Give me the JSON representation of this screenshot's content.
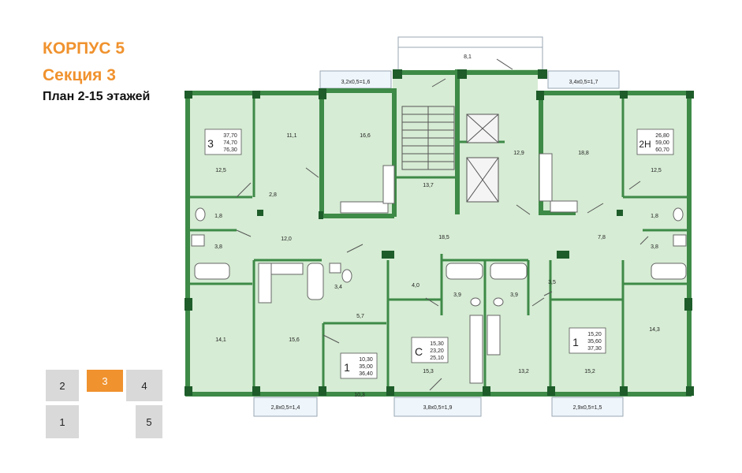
{
  "header": {
    "building": "КОРПУС 5",
    "section": "Секция 3",
    "plan": "План 2-15 этажей"
  },
  "colors": {
    "room_fill": "#d6ecd4",
    "wall": "#3e8a47",
    "wall_dark": "#1e5c2a",
    "accent": "#f0922e",
    "section_inactive": "#d9d9d9"
  },
  "balconies": [
    "8,1",
    "3,2x0,5=1,6",
    "3,4x0,5=1,7",
    "2,8x0,5=1,4",
    "3,8x0,5=1,9",
    "2,9x0,5=1,5"
  ],
  "rooms": [
    "11,1",
    "16,6",
    "12,5",
    "2,8",
    "1,8",
    "3,8",
    "12,0",
    "13,7",
    "12,9",
    "18,8",
    "12,5",
    "1,8",
    "7,8",
    "3,8",
    "18,5",
    "4,0",
    "3,9",
    "3,9",
    "3,5",
    "3,4",
    "5,7",
    "14,1",
    "15,6",
    "10,3",
    "15,3",
    "13,2",
    "15,2",
    "14,3"
  ],
  "apartments": [
    {
      "rooms": "3",
      "areas": [
        "37,70",
        "74,70",
        "76,30"
      ]
    },
    {
      "rooms": "2Н",
      "areas": [
        "26,80",
        "59,00",
        "60,70"
      ]
    },
    {
      "rooms": "1",
      "areas": [
        "10,30",
        "35,00",
        "36,40"
      ]
    },
    {
      "rooms": "С",
      "areas": [
        "15,30",
        "23,20",
        "25,10"
      ]
    },
    {
      "rooms": "1",
      "areas": [
        "15,20",
        "35,60",
        "37,30"
      ]
    }
  ],
  "sections": [
    {
      "label": "2",
      "active": false
    },
    {
      "label": "3",
      "active": true
    },
    {
      "label": "4",
      "active": false
    },
    {
      "label": "1",
      "active": false
    },
    {
      "label": "5",
      "active": false
    }
  ]
}
